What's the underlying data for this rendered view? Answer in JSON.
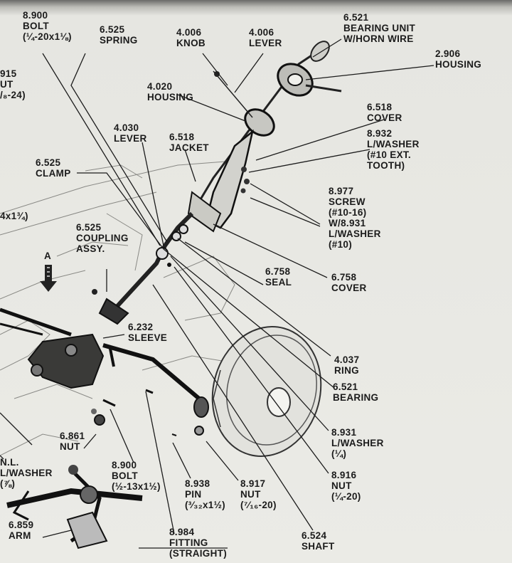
{
  "callouts": [
    {
      "id": "bolt-8900-top",
      "lines": [
        "8.900",
        "BOLT",
        "(¼-20x1⅛)"
      ]
    },
    {
      "id": "spring-6525",
      "lines": [
        "6.525",
        "SPRING"
      ]
    },
    {
      "id": "knob-4006",
      "lines": [
        "4.006",
        "KNOB"
      ]
    },
    {
      "id": "lever-4006",
      "lines": [
        "4.006",
        "LEVER"
      ]
    },
    {
      "id": "bearing-unit-6521",
      "lines": [
        "6.521",
        "BEARING UNIT",
        "W/HORN WIRE"
      ]
    },
    {
      "id": "housing-2906",
      "lines": [
        "2.906",
        "HOUSING"
      ]
    },
    {
      "id": "nut-8915",
      "lines": [
        "915",
        "UT",
        "/₈-24)"
      ]
    },
    {
      "id": "housing-4020",
      "lines": [
        "4.020",
        "HOUSING"
      ]
    },
    {
      "id": "cover-6518",
      "lines": [
        "6.518",
        "COVER"
      ]
    },
    {
      "id": "lwasher-8932",
      "lines": [
        "8.932",
        "L/WASHER",
        "(#10 EXT.",
        "TOOTH)"
      ]
    },
    {
      "id": "lever-4030",
      "lines": [
        "4.030",
        "LEVER"
      ]
    },
    {
      "id": "jacket-6518",
      "lines": [
        "6.518",
        "JACKET"
      ]
    },
    {
      "id": "clamp-6525",
      "lines": [
        "6.525",
        "CLAMP"
      ]
    },
    {
      "id": "screw-8977",
      "lines": [
        "8.977",
        "SCREW",
        "(#10-16)",
        "W/8.931",
        "L/WASHER",
        "(#10)"
      ]
    },
    {
      "id": "partial-4x134",
      "lines": [
        "4x1¾)"
      ]
    },
    {
      "id": "coupling-6525",
      "lines": [
        "6.525",
        "COUPLING",
        "ASSY."
      ]
    },
    {
      "id": "view-a",
      "lines": [
        "A"
      ]
    },
    {
      "id": "seal-6758",
      "lines": [
        "6.758",
        "SEAL"
      ]
    },
    {
      "id": "cover-6758",
      "lines": [
        "6.758",
        "COVER"
      ]
    },
    {
      "id": "sleeve-6232",
      "lines": [
        "6.232",
        "SLEEVE"
      ]
    },
    {
      "id": "ring-4037",
      "lines": [
        "4.037",
        "RING"
      ]
    },
    {
      "id": "bearing-6521",
      "lines": [
        "6.521",
        "BEARING"
      ]
    },
    {
      "id": "lwasher-8931",
      "lines": [
        "8.931",
        "L/WASHER",
        "(¼)"
      ]
    },
    {
      "id": "nut-6861",
      "lines": [
        "6.861",
        "NUT"
      ]
    },
    {
      "id": "bolt-8900-bottom",
      "lines": [
        "8.900",
        "BOLT",
        "(½-13x1½)"
      ]
    },
    {
      "id": "nl-lwasher",
      "lines": [
        "N.L.",
        "L/WASHER",
        "(⅞)"
      ]
    },
    {
      "id": "pin-8938",
      "lines": [
        "8.938",
        "PIN",
        "(³⁄₃₂x1½)"
      ]
    },
    {
      "id": "nut-8917",
      "lines": [
        "8.917",
        "NUT",
        "(⁷⁄₁₆-20)"
      ]
    },
    {
      "id": "nut-8916",
      "lines": [
        "8.916",
        "NUT",
        "(¼-20)"
      ]
    },
    {
      "id": "arm-6859",
      "lines": [
        "6.859",
        "ARM"
      ]
    },
    {
      "id": "fitting-8984",
      "lines": [
        "8.984",
        "FITTING",
        "(STRAIGHT)"
      ]
    },
    {
      "id": "shaft-6524",
      "lines": [
        "6.524",
        "SHAFT"
      ]
    }
  ]
}
